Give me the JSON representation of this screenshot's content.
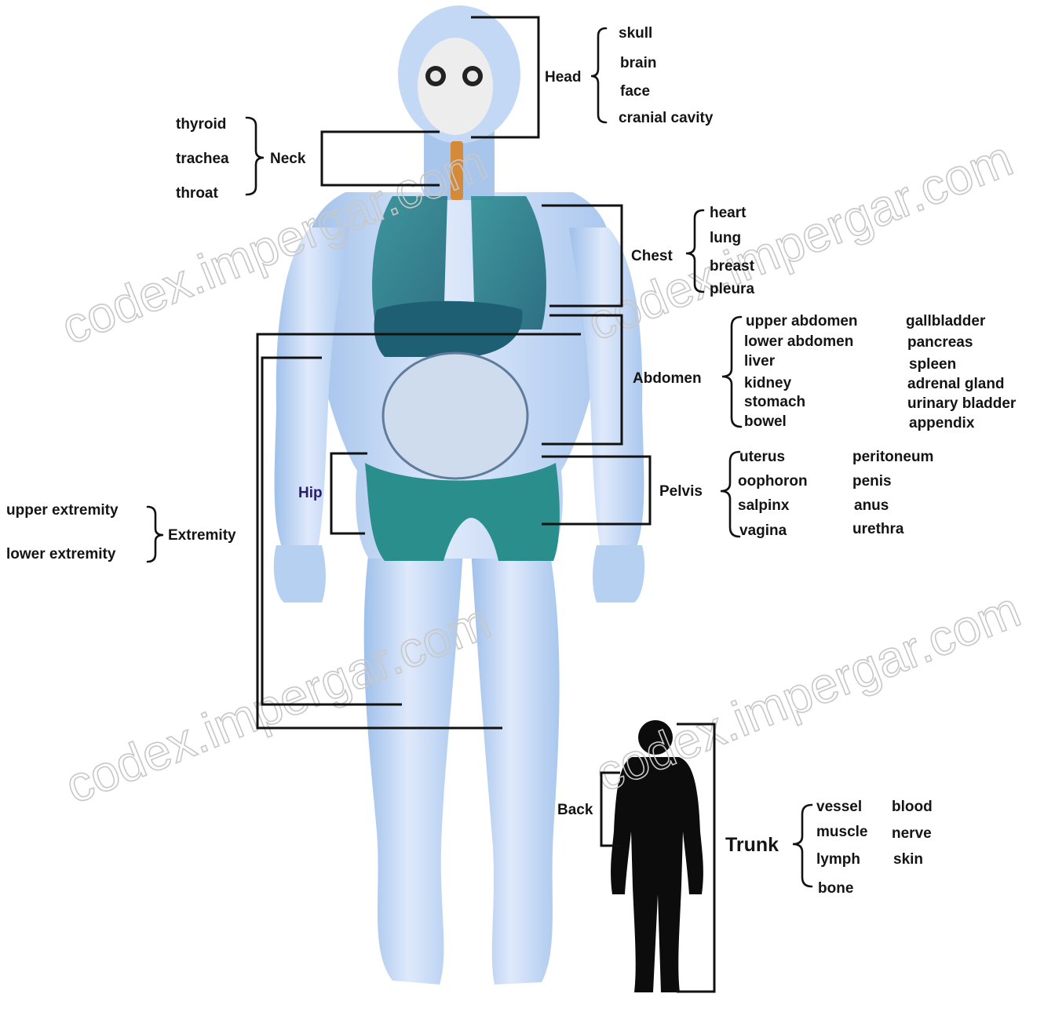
{
  "watermark": "codex.impergar.com",
  "colors": {
    "skin": "#b9d3f3",
    "skin_light": "#dfe9fb",
    "organ": "#2c8a8e",
    "organ_dark": "#1f5f74",
    "trachea": "#d58a3a",
    "silhouette": "#0c0c0c",
    "line": "#111111"
  },
  "groups": {
    "head": {
      "title": "Head",
      "items": [
        "skull",
        "brain",
        "face",
        "cranial cavity"
      ]
    },
    "neck": {
      "title": "Neck",
      "items": [
        "thyroid",
        "trachea",
        "throat"
      ]
    },
    "chest": {
      "title": "Chest",
      "items": [
        "heart",
        "lung",
        "breast",
        "pleura"
      ]
    },
    "abdomen": {
      "title": "Abdomen",
      "col1": [
        "upper abdomen",
        "lower abdomen",
        "liver",
        "kidney",
        "stomach",
        "bowel"
      ],
      "col2": [
        "gallbladder",
        "pancreas",
        "spleen",
        "adrenal gland",
        "urinary bladder",
        "appendix"
      ]
    },
    "pelvis": {
      "title": "Pelvis",
      "col1": [
        "uterus",
        "oophoron",
        "salpinx",
        "vagina"
      ],
      "col2": [
        "peritoneum",
        "penis",
        "anus",
        "urethra"
      ]
    },
    "hip": {
      "title": "Hip"
    },
    "extremity": {
      "title": "Extremity",
      "items": [
        "upper extremity",
        "lower extremity"
      ]
    },
    "back": {
      "title": "Back"
    },
    "trunk": {
      "title": "Trunk",
      "col1": [
        "vessel",
        "muscle",
        "lymph",
        "bone"
      ],
      "col2": [
        "blood",
        "nerve",
        "skin"
      ]
    }
  }
}
